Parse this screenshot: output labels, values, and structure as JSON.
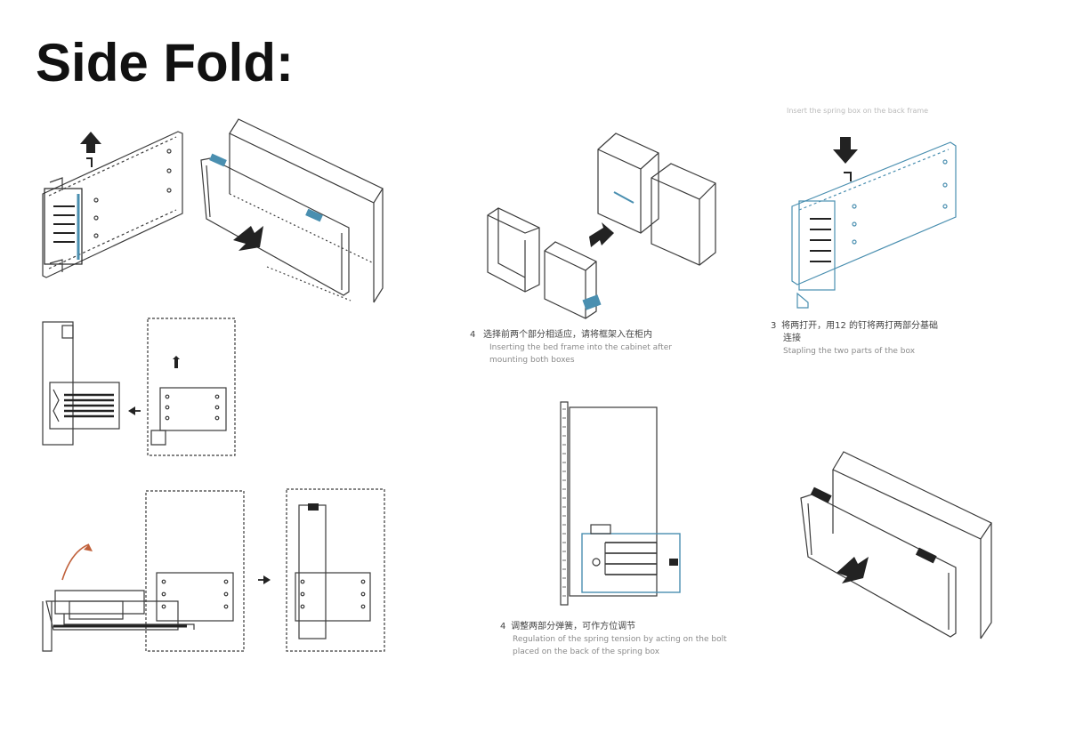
{
  "title": "Side Fold:",
  "captions": {
    "step4_insert": {
      "num": "4",
      "zh": "选择前两个部分相适应，请将框架入在柜内",
      "en_line1": "Inserting the bed frame into the cabinet after",
      "en_line2": "mounting both boxes"
    },
    "step3_stapling": {
      "num": "3",
      "zh_line1": "将两打开，用12 的钉将两打两部分基础",
      "zh_line2": "连接",
      "en": "Stapling the two parts of the box"
    },
    "step4_regulation": {
      "num": "4",
      "zh": "调整两部分弹簧，可作方位调节",
      "en_line1": "Regulation of the spring tension by acting on the bolt",
      "en_line2": "placed on the back of the spring box"
    },
    "faint_top_text": "Insert the spring box on the back frame"
  },
  "colors": {
    "line": "#3a3a3a",
    "accent": "#4a8fb0",
    "text": "#111111"
  }
}
